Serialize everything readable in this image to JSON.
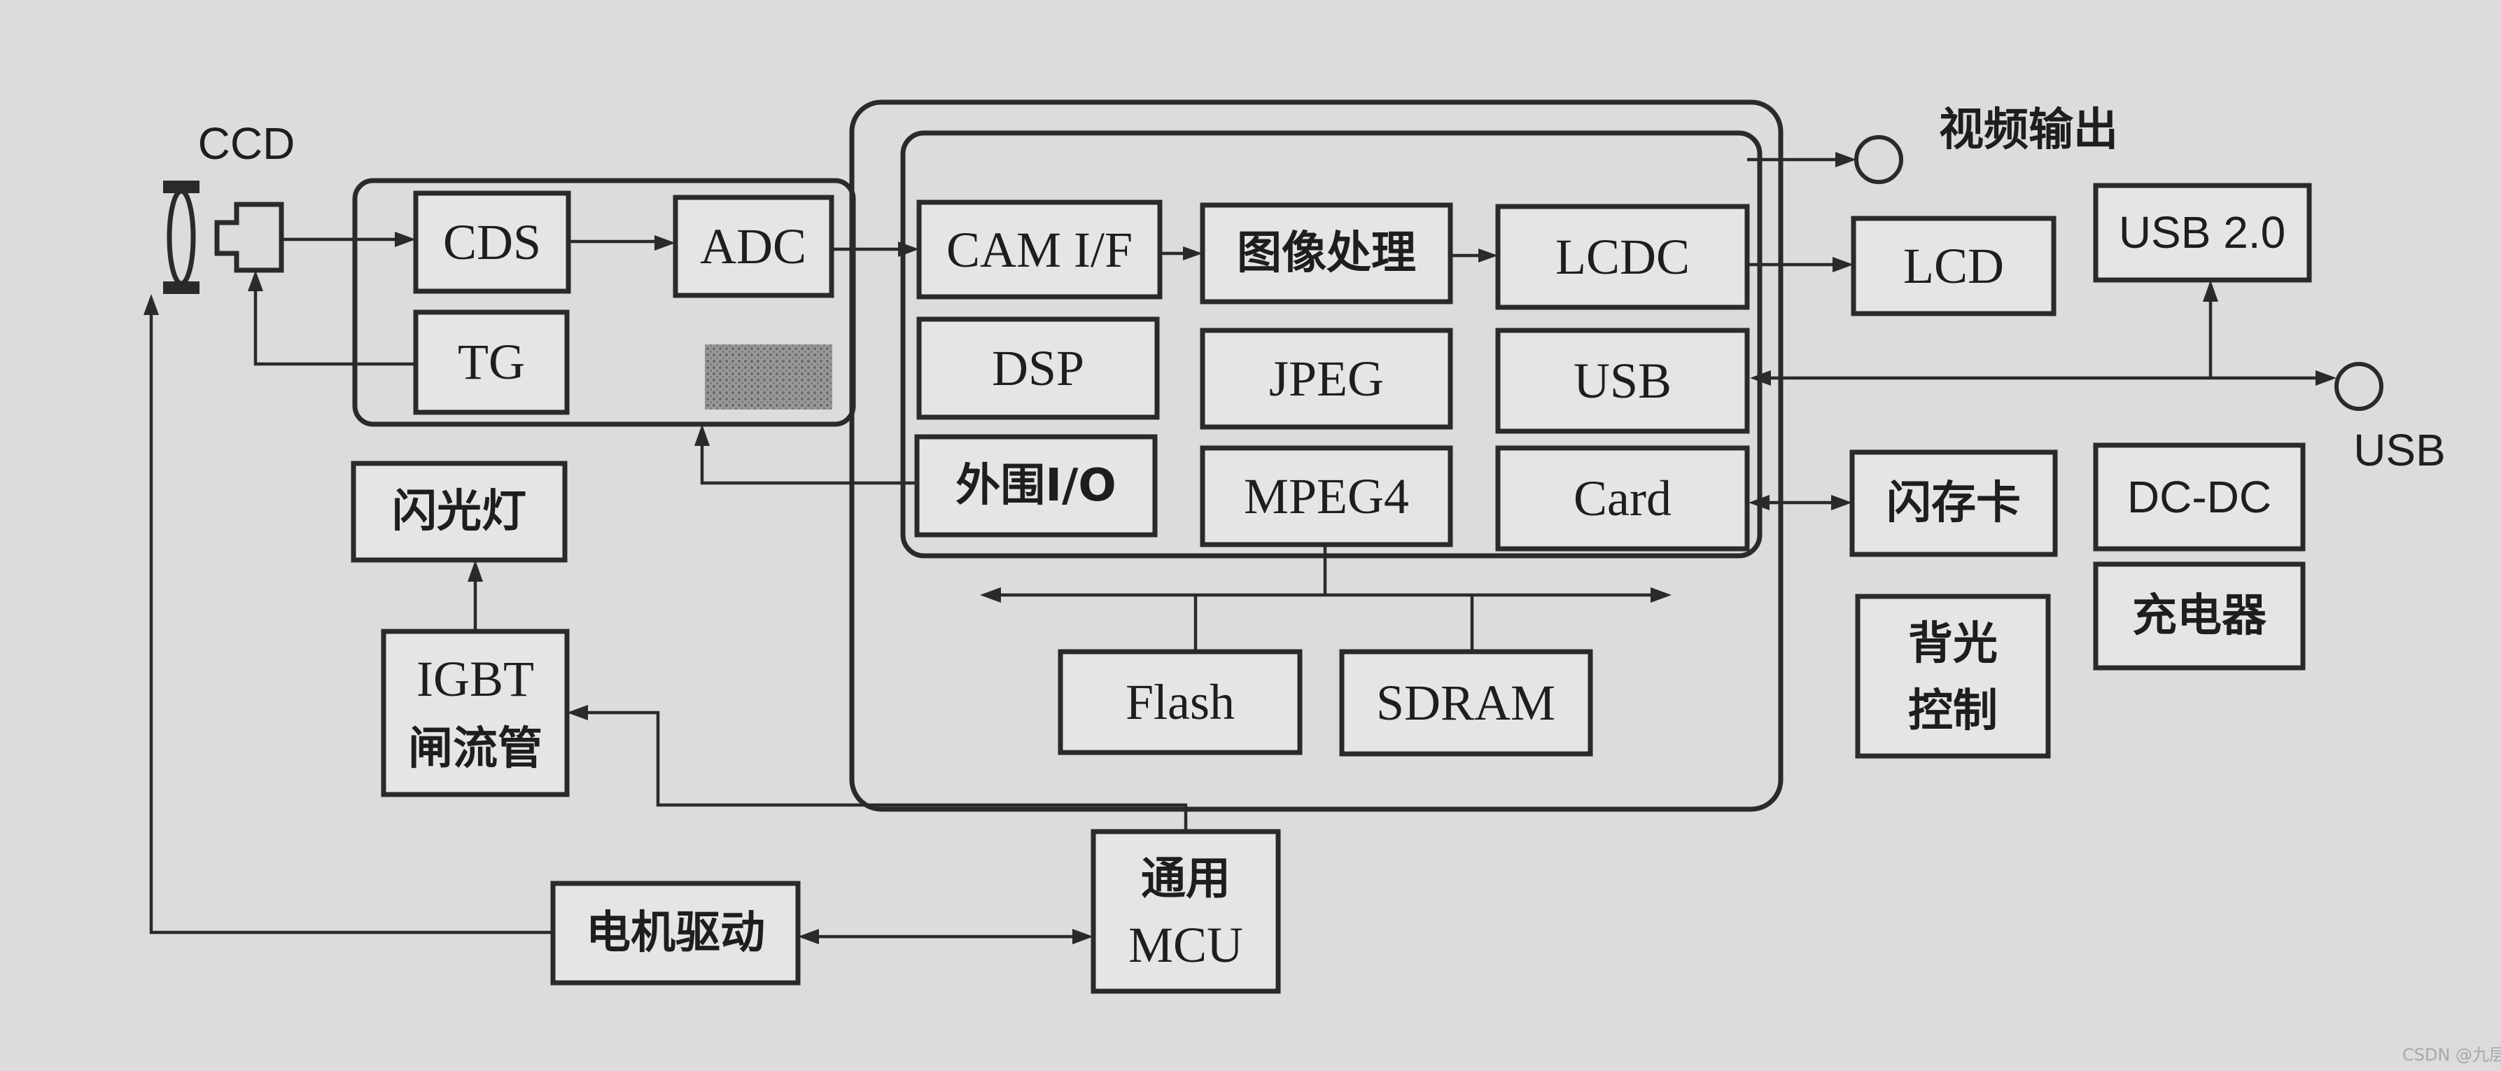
{
  "labels": {
    "ccd": "CCD",
    "cds": "CDS",
    "adc": "ADC",
    "tg": "TG",
    "flash_lamp": "闪光灯",
    "igbt_1": "IGBT",
    "igbt_2": "闸流管",
    "motor_driver": "电机驱动",
    "mcu_1": "通用",
    "mcu_2": "MCU",
    "cam_if": "CAM I/F",
    "image_proc": "图像处理",
    "lcdc": "LCDC",
    "dsp": "DSP",
    "jpeg": "JPEG",
    "usb_ctrl": "USB",
    "peripheral_io": "外围I/O",
    "mpeg4": "MPEG4",
    "card": "Card",
    "flash_mem": "Flash",
    "sdram": "SDRAM",
    "video_out": "视频输出",
    "lcd": "LCD",
    "usb20": "USB 2.0",
    "usb_port": "USB",
    "flash_card": "闪存卡",
    "dcdc": "DC-DC",
    "charger": "充电器",
    "backlight_1": "背光",
    "backlight_2": "控制",
    "watermark": "CSDN @九层妖塔"
  },
  "colors": {
    "paper": "#dddbdc",
    "block_fill": "#e6e4e5",
    "ink": "#2a2a2a",
    "shaded_block": "#8a8889"
  }
}
